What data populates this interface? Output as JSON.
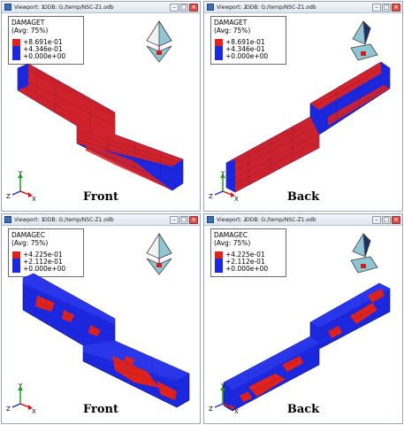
{
  "viewports": [
    {
      "window_name": "Viewport: 1",
      "odb_path": "ODB: G:/temp/NSC-Z1.odb",
      "variable": "DAMAGET",
      "avg": "(Avg: 75%)",
      "legend": [
        {
          "value": "+8.691e-01",
          "color": "#e0221d"
        },
        {
          "value": "+4.346e-01",
          "color": "#1c27e0"
        },
        {
          "value": "+0.000e+00",
          "color": "#1c27e0"
        }
      ],
      "view_label": "Front",
      "axes": {
        "y": "Y",
        "z": "Z",
        "x": "X"
      }
    },
    {
      "window_name": "Viewport: 2",
      "odb_path": "ODB: G:/temp/NSC-Z1.odb",
      "variable": "DAMAGET",
      "avg": "(Avg: 75%)",
      "legend": [
        {
          "value": "+8.691e-01",
          "color": "#e0221d"
        },
        {
          "value": "+4.346e-01",
          "color": "#1c27e0"
        },
        {
          "value": "+0.000e+00",
          "color": "#1c27e0"
        }
      ],
      "view_label": "Back",
      "axes": {
        "y": "Y",
        "z": "Z",
        "x": "X"
      }
    },
    {
      "window_name": "Viewport: 1",
      "odb_path": "ODB: G:/temp/NSC-Z1.odb",
      "variable": "DAMAGEC",
      "avg": "(Avg: 75%)",
      "legend": [
        {
          "value": "+4.225e-01",
          "color": "#e0221d"
        },
        {
          "value": "+2.112e-01",
          "color": "#1c27e0"
        },
        {
          "value": "+0.000e+00",
          "color": "#1c27e0"
        }
      ],
      "view_label": "Front",
      "axes": {
        "y": "Y",
        "z": "Z",
        "x": "X"
      }
    },
    {
      "window_name": "Viewport: 2",
      "odb_path": "ODB: G:/temp/NSC-Z1.odb",
      "variable": "DAMAGEC",
      "avg": "(Avg: 75%)",
      "legend": [
        {
          "value": "+4.225e-01",
          "color": "#e0221d"
        },
        {
          "value": "+2.112e-01",
          "color": "#1c27e0"
        },
        {
          "value": "+0.000e+00",
          "color": "#1c27e0"
        }
      ],
      "view_label": "Back",
      "axes": {
        "y": "Y",
        "z": "Z",
        "x": "X"
      }
    }
  ],
  "colors": {
    "mesh_red": "#e0221d",
    "mesh_blue": "#1c27e0",
    "mesh_line": "#3a0f0f",
    "axis_y": "#1d9b1d",
    "axis_x": "#d02020",
    "axis_z": "#2030c8",
    "orient_fill": "#8fc6d4"
  }
}
